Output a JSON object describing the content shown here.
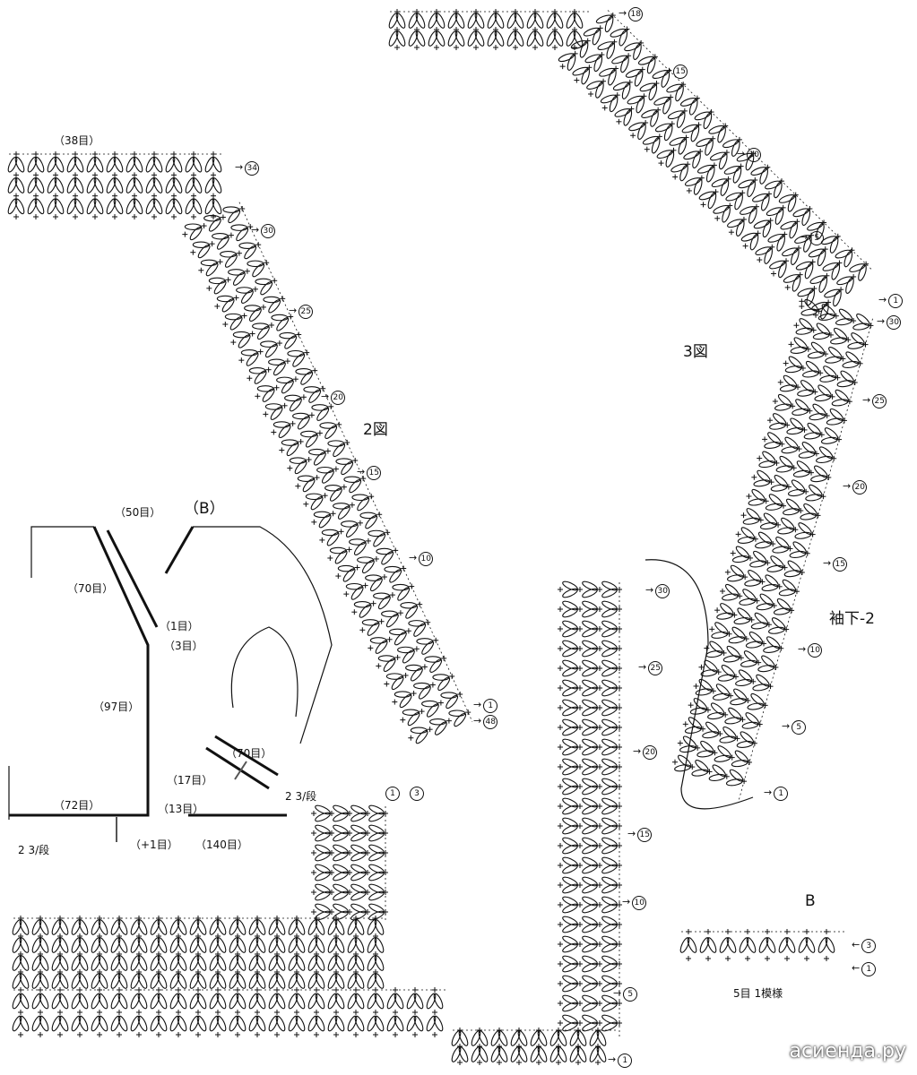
{
  "diagram2": {
    "title": "2図",
    "stitch_count": "（38目）",
    "row_markers": [
      "34",
      "30",
      "25",
      "20",
      "15",
      "10",
      "1",
      "48"
    ]
  },
  "diagram3": {
    "title": "3図",
    "sleeve_label": "袖下-2",
    "row_markers_top": [
      "18",
      "15",
      "10",
      "5",
      "1"
    ],
    "row_markers_lower": [
      "30",
      "25",
      "20",
      "15",
      "10",
      "5",
      "1"
    ]
  },
  "middle_strip": {
    "row_markers": [
      "30",
      "25",
      "20",
      "15",
      "10",
      "5",
      "1"
    ]
  },
  "schematic": {
    "title": "（B）",
    "labels": {
      "neck": "（50目）",
      "collar": "（70目）",
      "first": "（1目）",
      "third": "（3目）",
      "front": "（97目）",
      "seventeen": "（17目）",
      "thirteen": "（13目）",
      "hem_left": "（72目）",
      "plus_one": "（+1目）",
      "hem_back": "（140目）",
      "sleeve": "（70目）",
      "rows_left": "2 3/段",
      "rows_right": "2 3/段"
    }
  },
  "bottom_strip": {
    "row_markers": [
      "1",
      "3"
    ]
  },
  "edging_b": {
    "title": "B",
    "row_markers": [
      "3",
      "1"
    ],
    "repeat_note": "5目 1模様"
  },
  "watermark": "асиенда.ру"
}
